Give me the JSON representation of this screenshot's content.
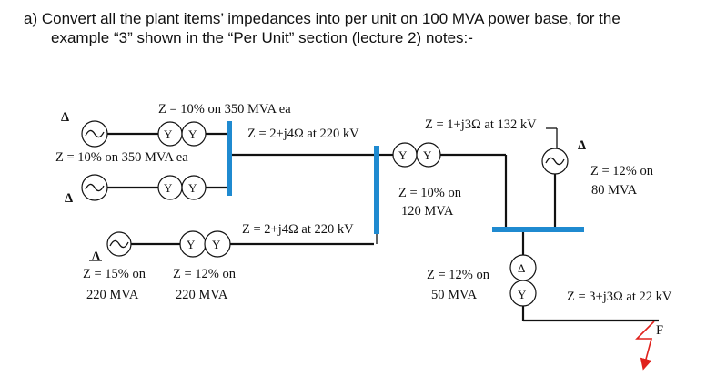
{
  "question": {
    "line1": "a)  Convert all the plant items’ impedances into per unit on 100 MVA power base, for the",
    "line2": "example “3” shown in the “Per Unit” section (lecture 2) notes:-"
  },
  "labels": {
    "gen_pair_top": "Z = 10% on 350 MVA ea",
    "gen_pair_mid": "Z = 10% on 350 MVA ea",
    "line_220_upper": "Z = 2+j4Ω at 220 kV",
    "line_132": "Z = 1+j3Ω at 132 kV",
    "t120_z": "Z = 10% on",
    "t120_mva": "120 MVA",
    "g80_z": "Z = 12% on",
    "g80_mva": "80 MVA",
    "line_220_lower": "Z = 2+j4Ω at 220 kV",
    "g220_z": "Z = 15% on",
    "g220_mva": "220 MVA",
    "t220_z": "Z = 12% on",
    "t220_mva": "220 MVA",
    "t50_z": "Z = 12% on",
    "t50_mva": "50 MVA",
    "line_22": "Z = 3+j3Ω at 22 kV",
    "fault": "F",
    "delta": "Δ",
    "wye": "Y"
  },
  "colors": {
    "busbar": "#1f8ad0",
    "fault_arrow": "#e0221d",
    "ink": "#111111"
  },
  "icons": [
    "generator-icon",
    "transformer-icon",
    "busbar",
    "fault-arrow-icon",
    "delta-icon",
    "wye-icon"
  ]
}
